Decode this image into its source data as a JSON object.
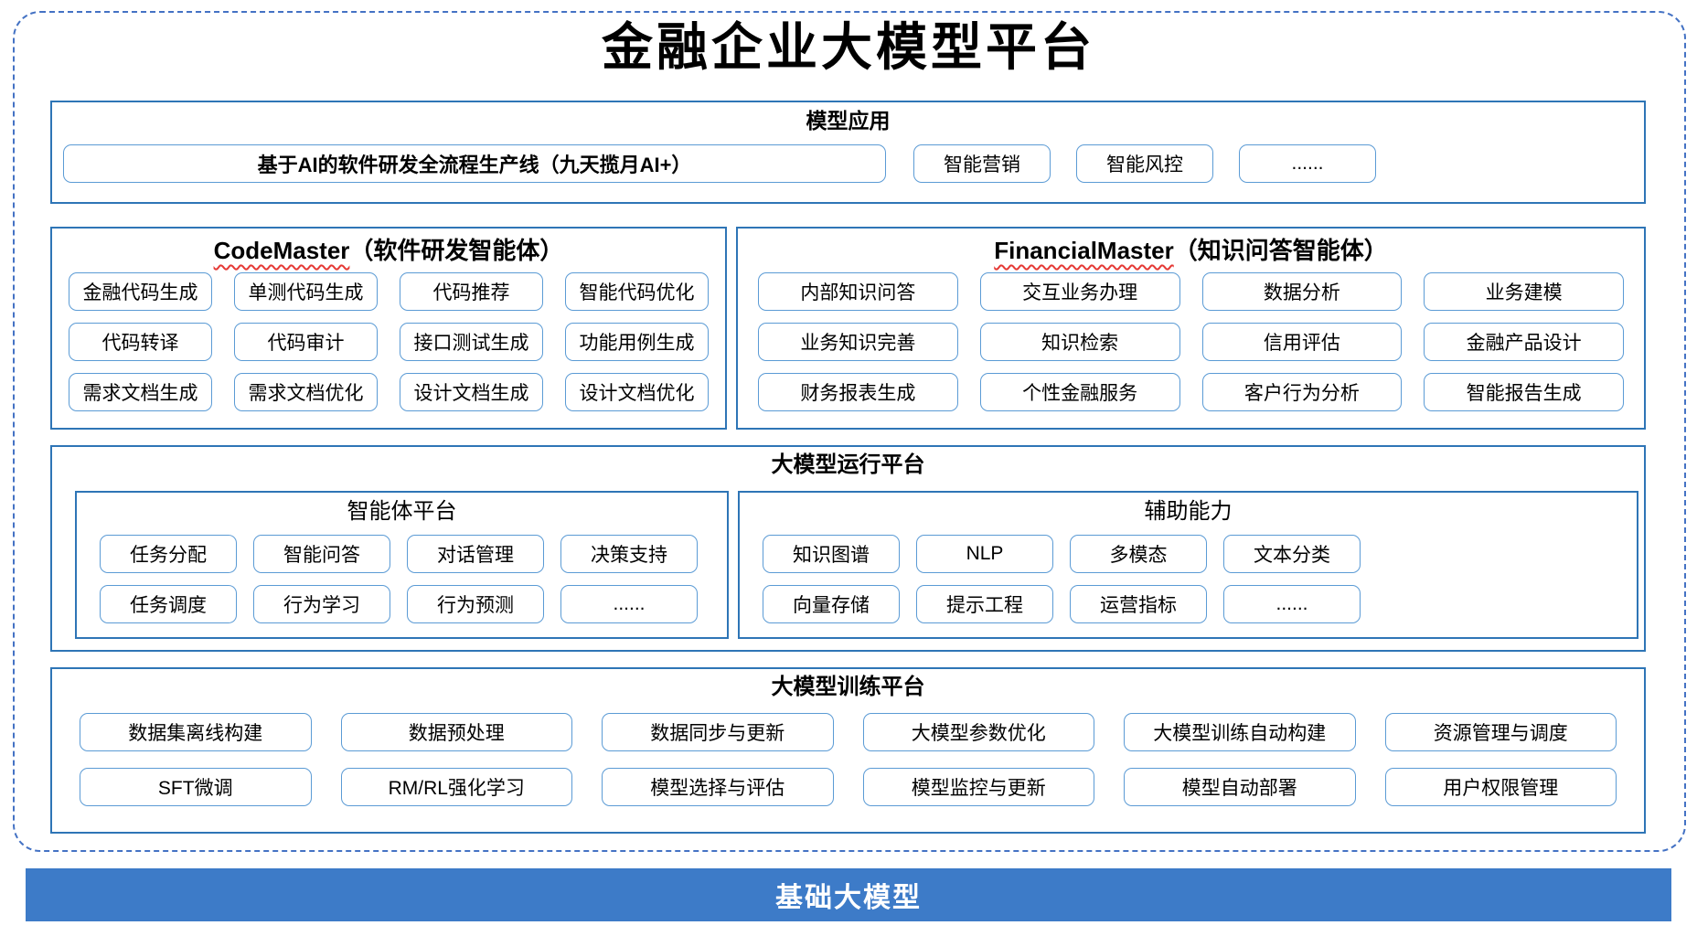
{
  "title": "金融企业大模型平台",
  "colors": {
    "frame": "#4472C4",
    "box": "#2E75B6",
    "cell": "#5B9BD5",
    "footer": "#3D7BC8",
    "squiggle": "#E53935"
  },
  "applications": {
    "title": "模型应用",
    "main_item": "基于AI的软件研发全流程生产线（九天揽月AI+）",
    "items": [
      "智能营销",
      "智能风控",
      "......"
    ]
  },
  "codemaster": {
    "name": "CodeMaster",
    "suffix": "（软件研发智能体）",
    "cells": [
      "金融代码生成",
      "单测代码生成",
      "代码推荐",
      "智能代码优化",
      "代码转译",
      "代码审计",
      "接口测试生成",
      "功能用例生成",
      "需求文档生成",
      "需求文档优化",
      "设计文档生成",
      "设计文档优化"
    ]
  },
  "financialmaster": {
    "name": "FinancialMaster",
    "suffix": "（知识问答智能体）",
    "cells": [
      "内部知识问答",
      "交互业务办理",
      "数据分析",
      "业务建模",
      "业务知识完善",
      "知识检索",
      "信用评估",
      "金融产品设计",
      "财务报表生成",
      "个性金融服务",
      "客户行为分析",
      "智能报告生成"
    ]
  },
  "runtime": {
    "title": "大模型运行平台",
    "agent_platform": {
      "title": "智能体平台",
      "cells": [
        "任务分配",
        "智能问答",
        "对话管理",
        "决策支持",
        "任务调度",
        "行为学习",
        "行为预测",
        "......"
      ]
    },
    "aux_ability": {
      "title": "辅助能力",
      "cells": [
        "知识图谱",
        "NLP",
        "多模态",
        "文本分类",
        "向量存储",
        "提示工程",
        "运营指标",
        "......"
      ]
    }
  },
  "training": {
    "title": "大模型训练平台",
    "cells": [
      "数据集离线构建",
      "数据预处理",
      "数据同步与更新",
      "大模型参数优化",
      "大模型训练自动构建",
      "资源管理与调度",
      "SFT微调",
      "RM/RL强化学习",
      "模型选择与评估",
      "模型监控与更新",
      "模型自动部署",
      "用户权限管理"
    ]
  },
  "footer": {
    "label": "基础大模型"
  }
}
